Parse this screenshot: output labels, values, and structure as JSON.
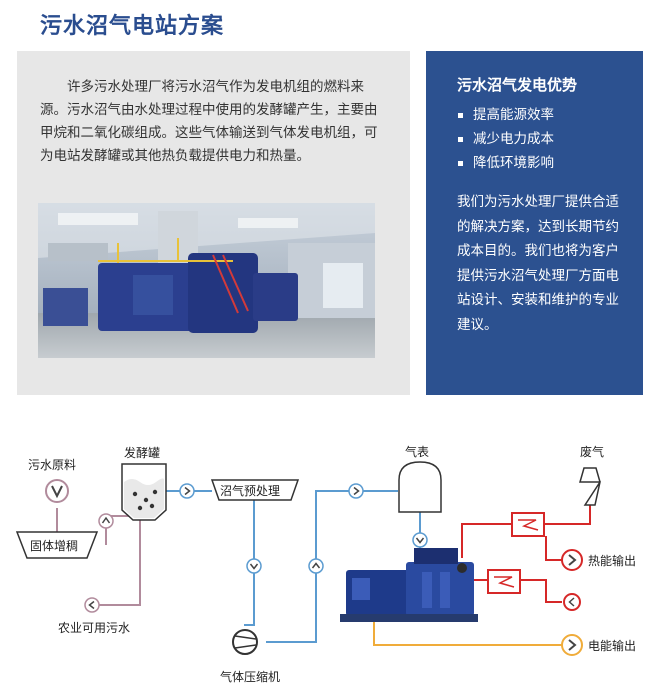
{
  "title": "污水沼气电站方案",
  "intro": {
    "text": "许多污水处理厂将污水沼气作为发电机组的燃料来源。污水沼气由水处理过程中使用的发酵罐产生，主要由甲烷和二氧化碳组成。这些气体输送到气体发电机组，可为电站发酵罐或其他热负载提供电力和热量。"
  },
  "advantages": {
    "title": "污水沼气发电优势",
    "items": [
      "提高能源效率",
      "减少电力成本",
      "降低环境影响"
    ],
    "body": "我们为污水处理厂提供合适的解决方案，达到长期节约成本目的。我们也将为客户提供污水沼气处理厂方面电站设计、安装和维护的专业建议。"
  },
  "diagram": {
    "labels": {
      "raw_sewage": "污水原料",
      "digester": "发酵罐",
      "solid_thickening": "固体增稠",
      "agri_water": "农业可用污水",
      "pretreatment": "沼气预处理",
      "gas_meter": "气表",
      "exhaust": "废气",
      "compressor": "气体压缩机",
      "heat_output": "热能输出",
      "power_output": "电能输出"
    },
    "colors": {
      "gas_line": "#5b9bd0",
      "sludge_line": "#b18b9c",
      "heat_line": "#d62828",
      "power_line": "#f0ac3a",
      "intro_panel": "#e7e7e7",
      "advantage_panel": "#2c5190",
      "title": "#2a4d8f"
    },
    "icons": [
      "pump-circle-icon",
      "flow-arrow-icon",
      "gas-tank-icon",
      "chimney-icon",
      "heat-exchanger-icon",
      "generator-icon",
      "compressor-icon"
    ]
  }
}
